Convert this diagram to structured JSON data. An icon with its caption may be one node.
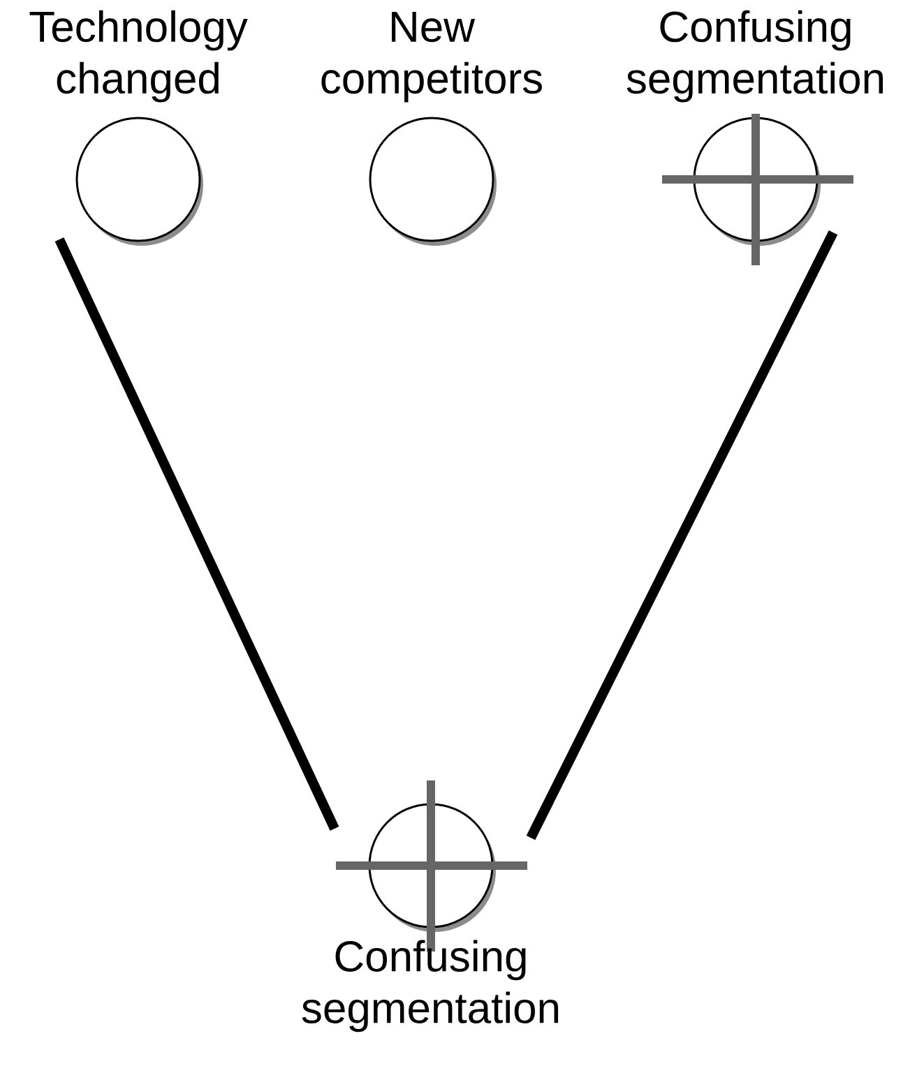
{
  "diagram": {
    "nodes": [
      {
        "text": [
          "Technology changed"
        ]
      },
      {
        "text": [
          "New competitors"
        ]
      },
      {
        "text": [
          "Confusing segmentation"
        ]
      },
      {
        "text": [
          "Confusing segmentation"
        ]
      }
    ],
    "edges": [
      {
        "from": 0,
        "to": 3,
        "arrow": "none"
      },
      {
        "from": 2,
        "to": 3,
        "arrow": "none"
      }
    ]
  }
}
